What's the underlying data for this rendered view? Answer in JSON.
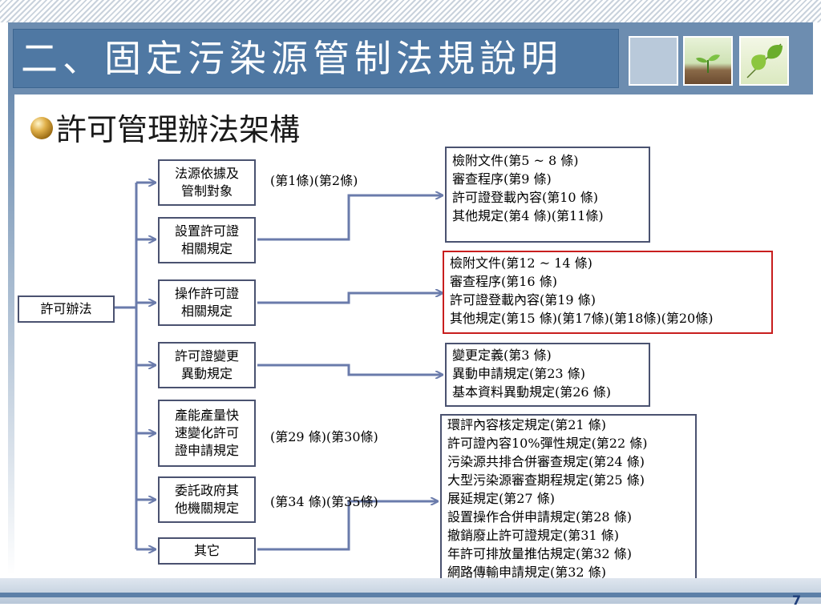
{
  "slide": {
    "title": "二、固定污染源管制法規說明",
    "subtitle": "許可管理辦法架構",
    "page_number": "7"
  },
  "root": {
    "label": "許可辦法"
  },
  "categories": [
    {
      "label": "法源依據及\n管制對象"
    },
    {
      "label": "設置許可證\n相關規定"
    },
    {
      "label": "操作許可證\n相關規定"
    },
    {
      "label": "許可證變更\n異動規定"
    },
    {
      "label": "產能產量快\n速變化許可\n證申請規定"
    },
    {
      "label": "委託政府其\n他機關規定"
    },
    {
      "label": "其它"
    }
  ],
  "refs": [
    {
      "label": "(第1條)(第2條)"
    },
    {
      "label": "(第29 條)(第30條)"
    },
    {
      "label": "(第34 條)(第35條)"
    }
  ],
  "details": [
    {
      "lines": [
        "檢附文件(第5 ~ 8 條)",
        "審查程序(第9 條)",
        "許可證登載內容(第10 條)",
        "其他規定(第4 條)(第11條)"
      ]
    },
    {
      "lines": [
        "檢附文件(第12 ~ 14 條)",
        "審查程序(第16 條)",
        "許可證登載內容(第19 條)",
        "其他規定(第15 條)(第17條)(第18條)(第20條)"
      ]
    },
    {
      "lines": [
        "變更定義(第3 條)",
        "異動申請規定(第23 條)",
        "基本資料異動規定(第26 條)"
      ]
    },
    {
      "lines": [
        "環評內容核定規定(第21 條)",
        "許可證內容10%彈性規定(第22 條)",
        "污染源共排合併審查規定(第24 條)",
        "大型污染源審查期程規定(第25 條)",
        "展延規定(第27 條)",
        "設置操作合併申請規定(第28 條)",
        "撤銷廢止許可證規定(第31 條)",
        "年許可排放量推估規定(第32 條)",
        "網路傳輸申請規定(第32 條)"
      ]
    }
  ],
  "colors": {
    "title_bg": "#4f78a3",
    "connector": "#6a7bab",
    "highlight_border": "#c81e1e",
    "box_border": "#4a5270"
  }
}
